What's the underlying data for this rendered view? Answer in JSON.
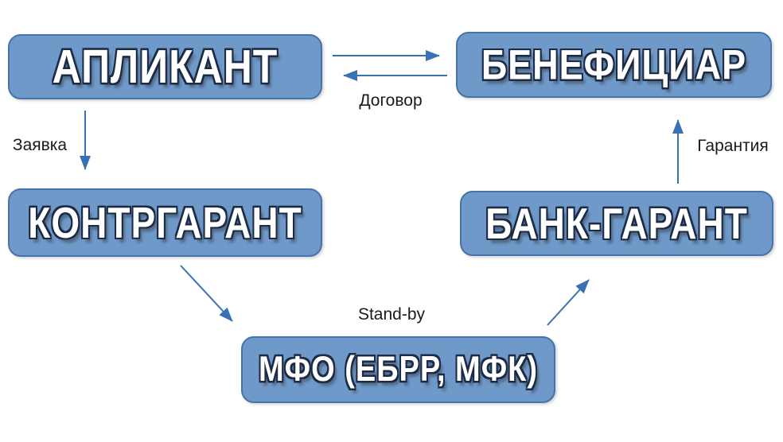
{
  "diagram": {
    "nodes": {
      "applicant": {
        "label": "АПЛИКАНТ"
      },
      "beneficiary": {
        "label": "БЕНЕФИЦИАР"
      },
      "counter_guarantor": {
        "label": "КОНТРГАРАНТ"
      },
      "bank_guarantor": {
        "label": "БАНК-ГАРАНТ"
      },
      "mfo": {
        "label": "МФО (ЕБРР, МФК)"
      }
    },
    "edge_labels": {
      "contract": "Договор",
      "application": "Заявка",
      "guarantee": "Гарантия",
      "standby": "Stand-by"
    },
    "edges": [
      {
        "from": "applicant",
        "to": "beneficiary",
        "label": "Договор"
      },
      {
        "from": "beneficiary",
        "to": "applicant",
        "label": "Договор"
      },
      {
        "from": "applicant",
        "to": "counter_guarantor",
        "label": "Заявка"
      },
      {
        "from": "bank_guarantor",
        "to": "beneficiary",
        "label": "Гарантия"
      },
      {
        "from": "counter_guarantor",
        "to": "mfo",
        "label": "Stand-by"
      },
      {
        "from": "mfo",
        "to": "bank_guarantor",
        "label": "Stand-by"
      }
    ],
    "colors": {
      "node_fill": "#6f99c9",
      "node_border": "#4673a9",
      "node_text": "#ffffff",
      "node_text_outline": "#1c2b45",
      "arrow": "#3a70b4",
      "label_text": "#1a1a1a"
    }
  }
}
